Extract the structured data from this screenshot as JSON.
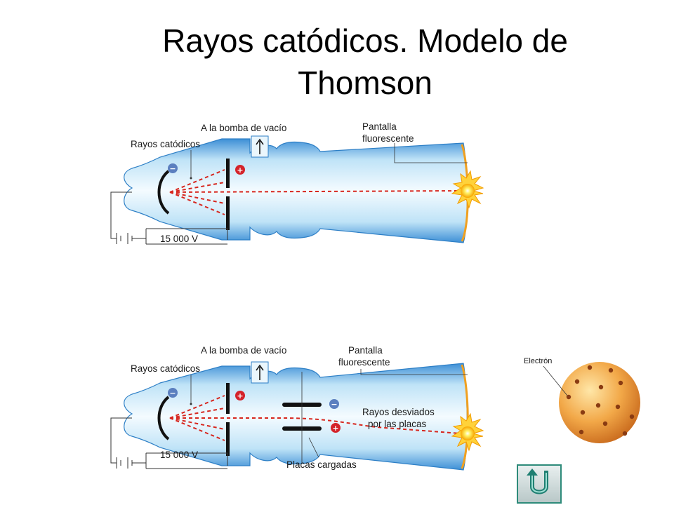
{
  "slide": {
    "title": "Rayos catódicos. Modelo de Thomson"
  },
  "diagram_top": {
    "vacuum_pump_label": "A la bomba de vacío",
    "cathode_rays_label": "Rayos catódicos",
    "screen_label_line1": "Pantalla",
    "screen_label_line2": "fluorescente",
    "voltage_label": "15 000 V",
    "cathode_sign": "−",
    "anode_sign": "+"
  },
  "diagram_bottom": {
    "vacuum_pump_label": "A la bomba de vacío",
    "cathode_rays_label": "Rayos catódicos",
    "screen_label_line1": "Pantalla",
    "screen_label_line2": "fluorescente",
    "voltage_label": "15 000 V",
    "deflected_rays_line1": "Rayos desviados",
    "deflected_rays_line2": "por las placas",
    "charged_plates_label": "Placas cargadas",
    "cathode_sign": "−",
    "anode_sign": "+",
    "plate_top_sign": "−",
    "plate_bottom_sign": "+"
  },
  "thomson_model": {
    "electron_label": "Electrón"
  },
  "navigation": {
    "back_icon": "u-turn-back-icon",
    "accent_color": "#2e8b7a"
  }
}
